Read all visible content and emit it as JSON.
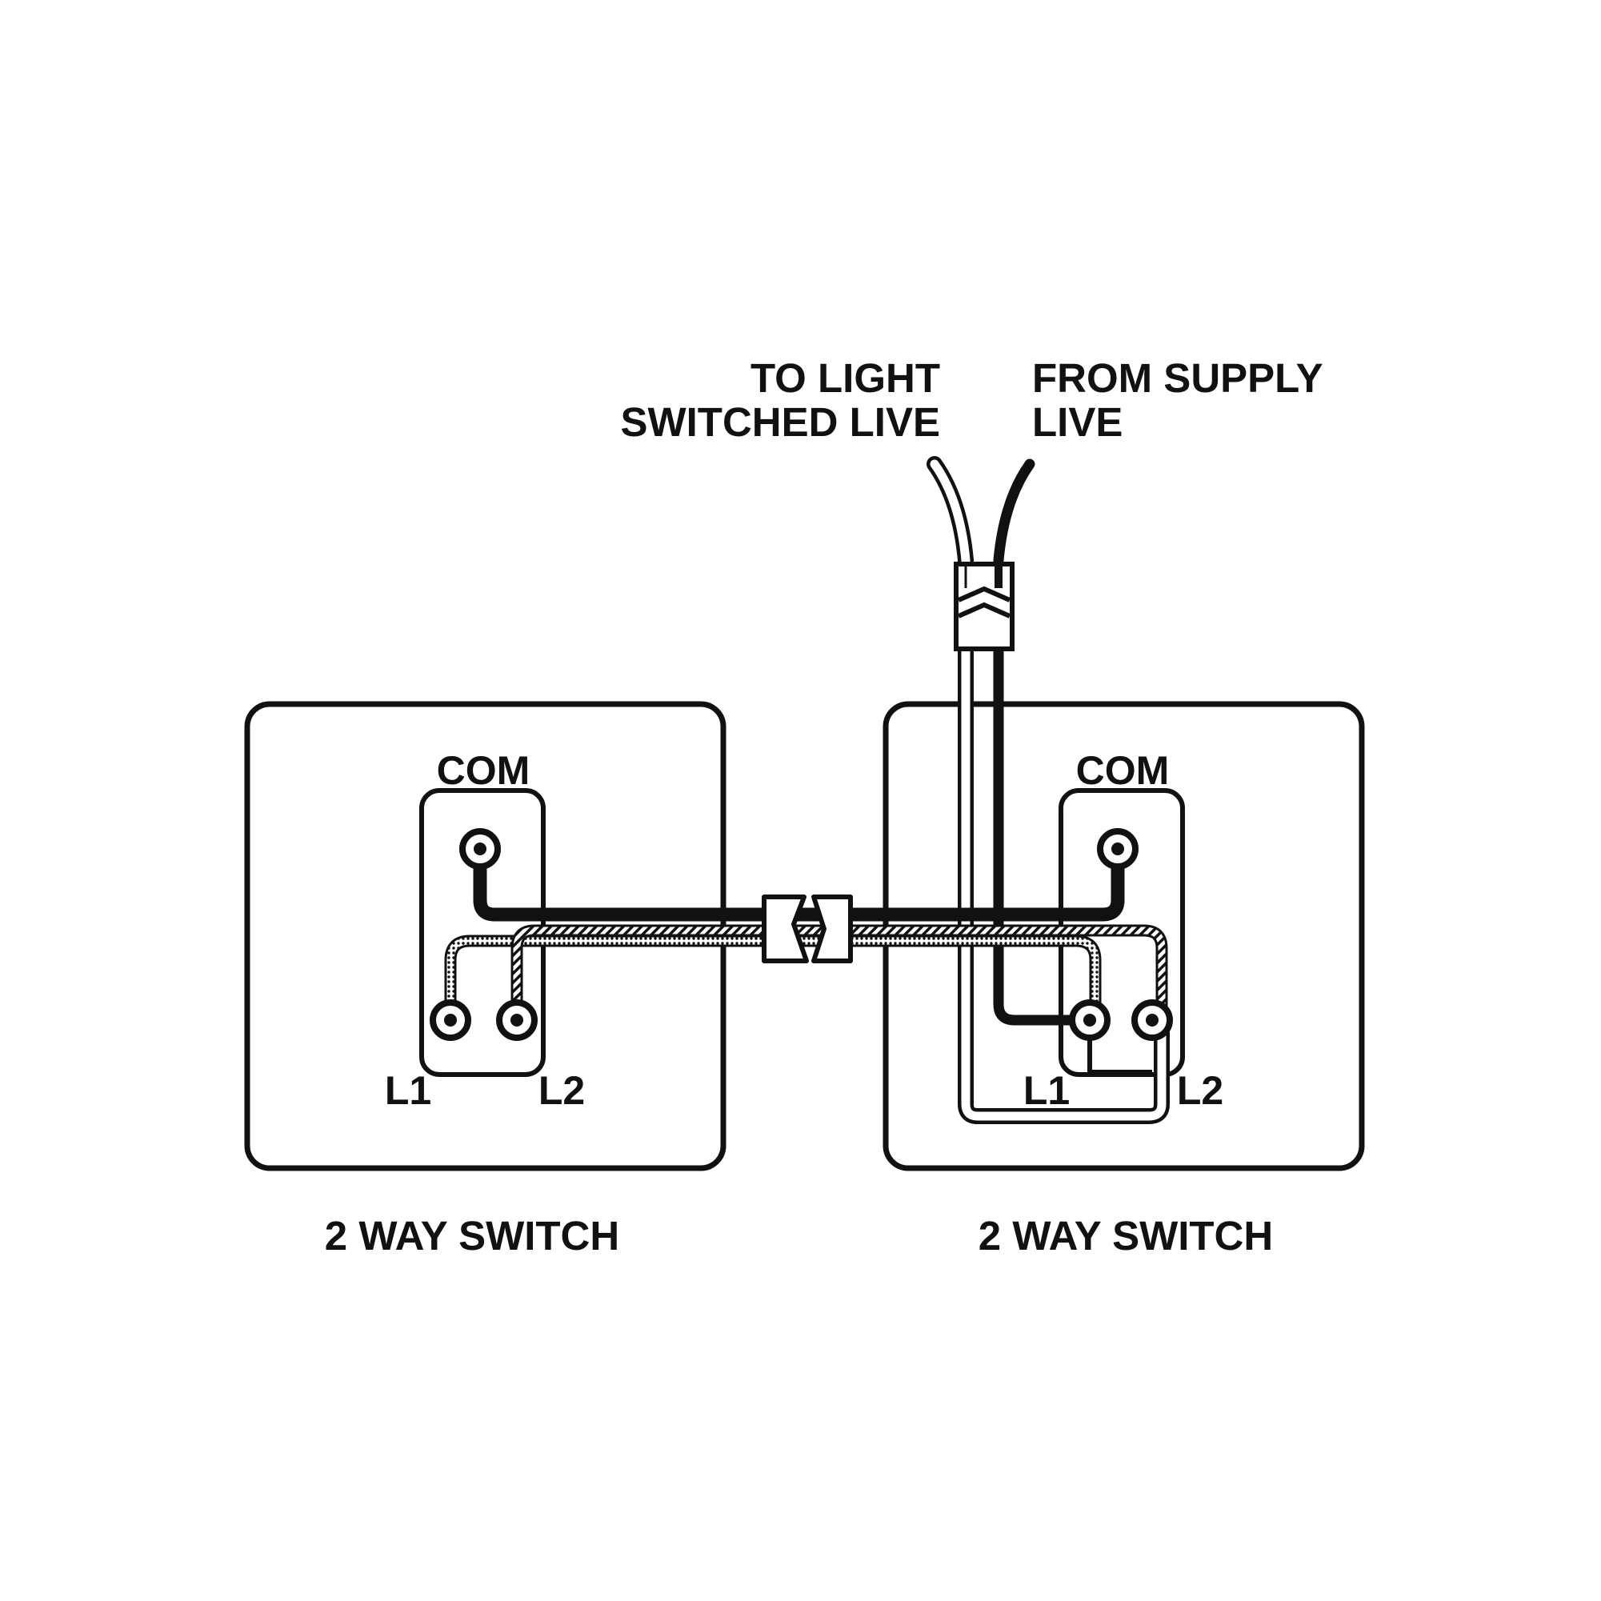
{
  "labels": {
    "to_light": "TO LIGHT",
    "switched_live": "SWITCHED LIVE",
    "from_supply": "FROM SUPPLY",
    "live": "LIVE"
  },
  "left_switch": {
    "caption": "2 WAY SWITCH",
    "com": "COM",
    "l1": "L1",
    "l2": "L2"
  },
  "right_switch": {
    "caption": "2 WAY SWITCH",
    "com": "COM",
    "l1": "L1",
    "l2": "L2"
  },
  "colors": {
    "ink": "#111111",
    "background": "#ffffff",
    "hatched_wire_fill": "#cfcfcf"
  },
  "wires": [
    "switched-live-wire",
    "supply-live-wire",
    "common-wire",
    "strapper-wire-1",
    "strapper-wire-2"
  ],
  "icons": [
    "cable-clamp-icon",
    "terminal-screw-icon"
  ]
}
